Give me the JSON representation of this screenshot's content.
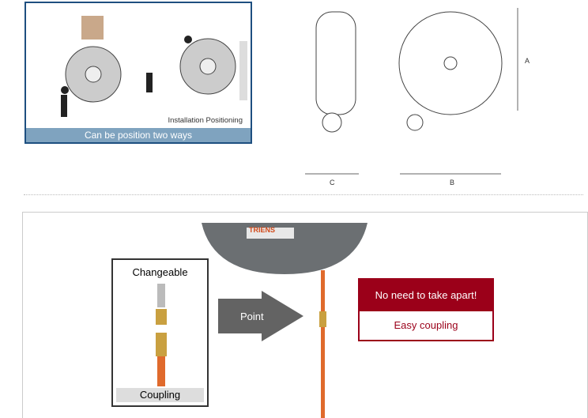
{
  "install": {
    "label": "Installation Positioning",
    "caption": "Can be position two ways"
  },
  "dims": {
    "a": "A",
    "b": "B",
    "c": "C"
  },
  "coupling": {
    "title": "Changeable",
    "bottom": "Coupling",
    "arrow": "Point",
    "brand": "TRIENS",
    "headline": "No need to take apart!",
    "sub": "Easy coupling"
  },
  "colors": {
    "blue": "#1e4f80",
    "red": "#9b0019",
    "hose": "#e06a2c"
  }
}
